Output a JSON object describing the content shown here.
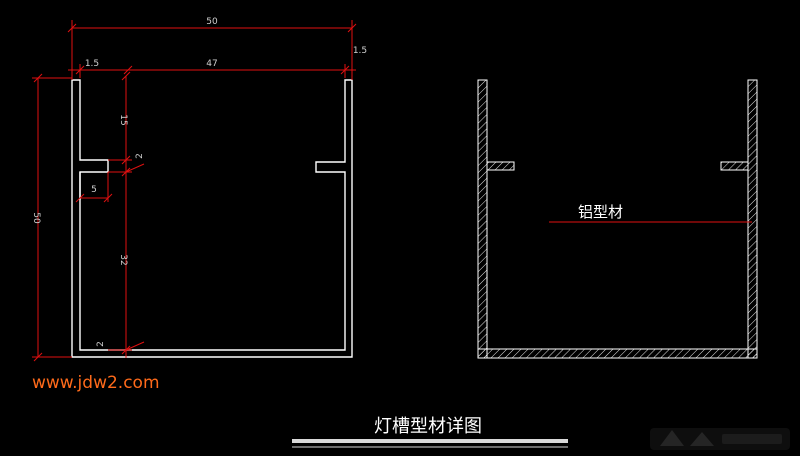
{
  "watermark": {
    "text": "www.jdw2.com",
    "color": "#ff6a1a"
  },
  "title": "灯槽型材详图",
  "section": {
    "leader_label": "铝型材"
  },
  "dimensions": {
    "overall_width": "50",
    "inner_width": "47",
    "left_wall": "1.5",
    "right_wall": "1.5",
    "overall_height": "50",
    "upper_gap": "15",
    "ledge_thickness": "2",
    "ledge_length": "5",
    "lower_gap": "32",
    "base_thickness": "2"
  },
  "colors": {
    "dimension": "#e01010",
    "outline": "#ffffff",
    "background": "#000000"
  }
}
